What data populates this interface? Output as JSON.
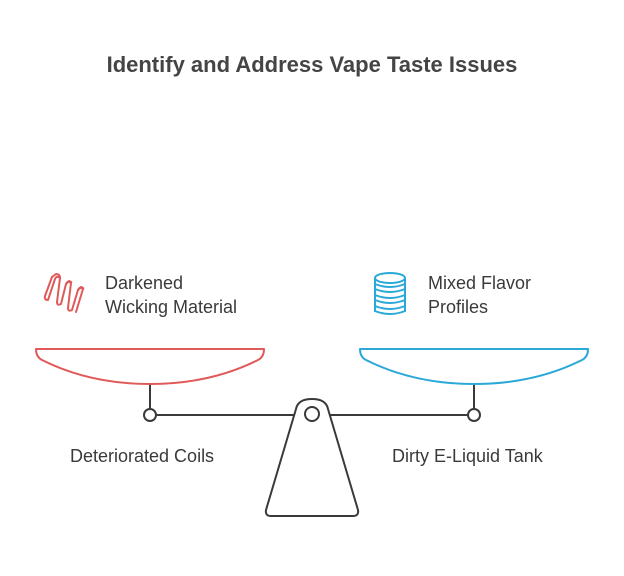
{
  "title": "Identify and Address Vape Taste Issues",
  "left_pan": {
    "lines": [
      "Darkened",
      "Wicking Material"
    ],
    "icon": "coil-icon",
    "color": "#e05a5a"
  },
  "right_pan": {
    "lines": [
      "Mixed Flavor",
      "Profiles"
    ],
    "icon": "barrel-icon",
    "color": "#2aa8d8"
  },
  "left_base_label": "Deteriorated Coils",
  "right_base_label": "Dirty E-Liquid Tank",
  "colors": {
    "stroke": "#3a3a3a",
    "left_accent": "#e05a5a",
    "right_accent": "#2aa8d8"
  }
}
